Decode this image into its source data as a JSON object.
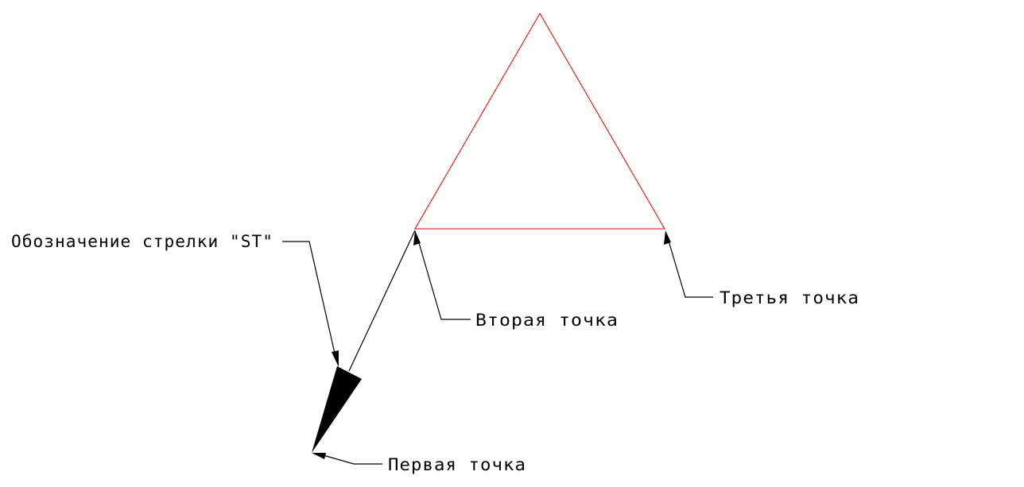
{
  "labels": {
    "arrow_designation": "Обозначение стрелки \"ST\"",
    "second_point": "Вторая точка",
    "third_point": "Третья точка",
    "first_point": "Первая точка"
  },
  "colors": {
    "triangle": "#e00000",
    "leaders": "#000000",
    "arrowhead": "#000000",
    "background": "#ffffff"
  }
}
